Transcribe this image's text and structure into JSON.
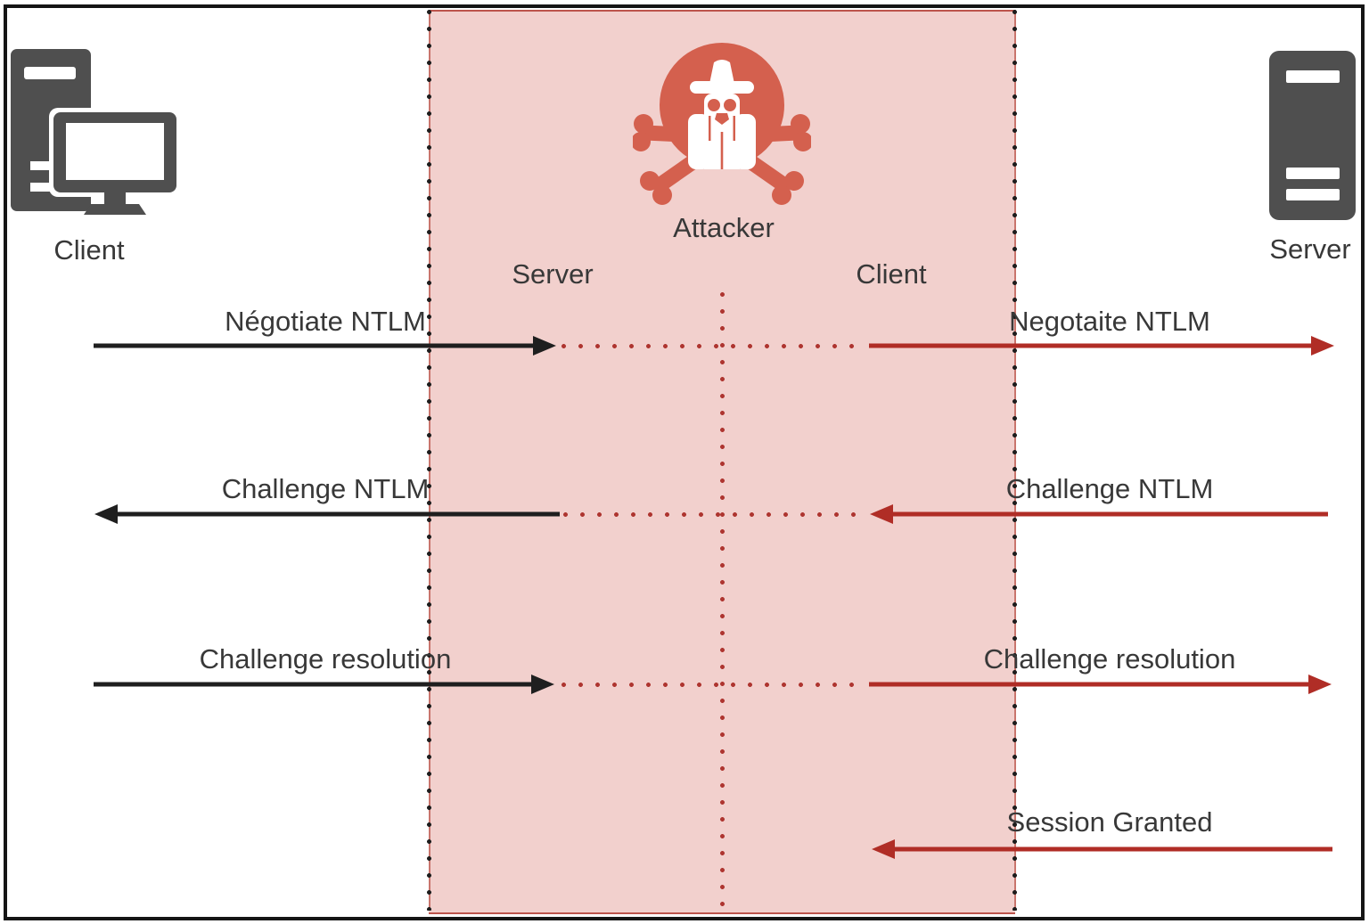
{
  "actors": {
    "client_label": "Client",
    "server_label": "Server",
    "attacker_label": "Attacker",
    "attacker_server_side_label": "Server",
    "attacker_client_side_label": "Client"
  },
  "messages": {
    "negotiate_left": "Négotiate NTLM",
    "negotiate_right": "Negotaite NTLM",
    "challenge_left": "Challenge NTLM",
    "challenge_right": "Challenge NTLM",
    "resolution_left": "Challenge resolution",
    "resolution_right": "Challenge resolution",
    "session_granted": "Session Granted"
  },
  "colors": {
    "attack_zone_fill": "#f2d0cd",
    "zone_edge_red": "#bd544c",
    "dot_red": "#ae3530",
    "arrow_red": "#b02d26",
    "arrow_black": "#1f1f1f",
    "attacker_accent": "#d4604e",
    "icon_gray": "#4f4f4f",
    "text": "#383838"
  },
  "icons": {
    "client": "workstation-icon",
    "attacker": "spy-crossbones-icon",
    "server": "server-tower-icon"
  }
}
